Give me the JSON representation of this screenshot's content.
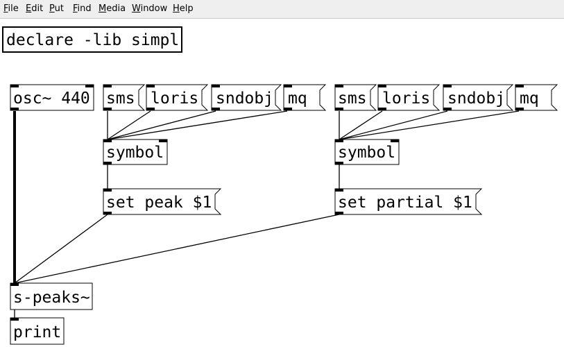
{
  "menu": {
    "file": "File",
    "edit": "Edit",
    "put": "Put",
    "find": "Find",
    "media": "Media",
    "window": "Window",
    "help": "Help"
  },
  "patch": {
    "declare": "declare -lib simpl",
    "osc": "osc~ 440",
    "left_group": {
      "msg_sms": "sms",
      "msg_loris": "loris",
      "msg_sndobj": "sndobj",
      "msg_mq": "mq",
      "symbol": "symbol",
      "set_msg": "set peak $1"
    },
    "right_group": {
      "msg_sms": "sms",
      "msg_loris": "loris",
      "msg_sndobj": "sndobj",
      "msg_mq": "mq",
      "symbol": "symbol",
      "set_msg": "set partial $1"
    },
    "speaks": "s-peaks~",
    "print": "print"
  }
}
